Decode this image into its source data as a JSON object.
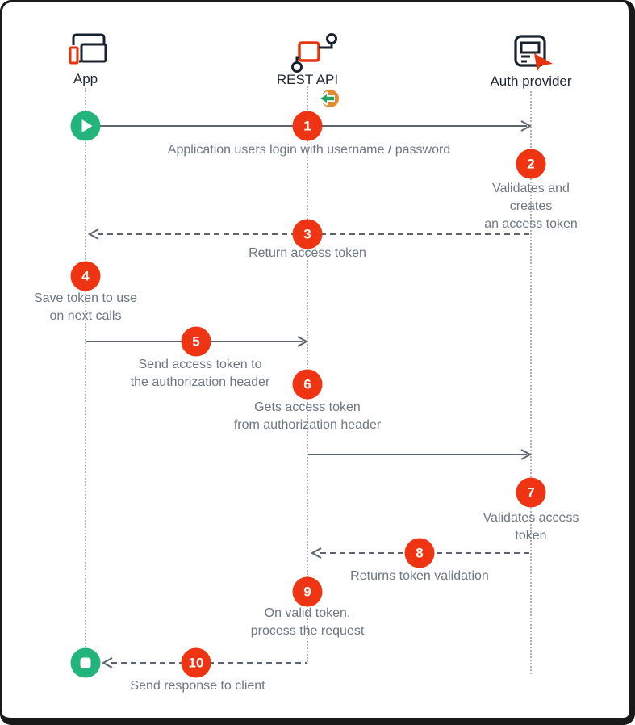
{
  "diagram": {
    "title_hint": "REST API authentication sequence",
    "actors": [
      {
        "name": "App",
        "icon": "devices-icon"
      },
      {
        "name": "REST API",
        "icon": "api-node-icon"
      },
      {
        "name": "Auth provider",
        "icon": "auth-screen-cursor-icon"
      }
    ],
    "steps": [
      {
        "num": "1",
        "label": "Application users login with username / password"
      },
      {
        "num": "2",
        "label": "Validates and creates\nan access token"
      },
      {
        "num": "3",
        "label": "Return access token"
      },
      {
        "num": "4",
        "label": "Save token to use\non next calls"
      },
      {
        "num": "5",
        "label": "Send access token to\nthe authorization header"
      },
      {
        "num": "6",
        "label": "Gets access token\nfrom authorization header"
      },
      {
        "num": "7",
        "label": "Validates access token"
      },
      {
        "num": "8",
        "label": "Returns token validation"
      },
      {
        "num": "9",
        "label": "On valid token,\nprocess the request"
      },
      {
        "num": "10",
        "label": "Send response to client"
      }
    ],
    "icons": {
      "start": "play-icon",
      "end": "stop-icon",
      "rest_api_badge": "return-arrow-icon"
    },
    "colors": {
      "badge_red": "#EE3412",
      "accent_red": "#E8320C",
      "green": "#23B47B",
      "orange": "#E78A2D",
      "arrow_gray": "#5C6570",
      "label_gray": "#6E7680",
      "icon_dark": "#18222E"
    }
  }
}
